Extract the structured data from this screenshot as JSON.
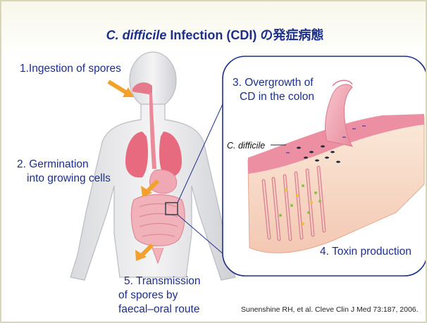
{
  "title": {
    "italic": "C. difficile",
    "rest": " Infection (CDI) の発症病態"
  },
  "labels": {
    "ingestion": "1.Ingestion of spores",
    "germination_line1": "2. Germination",
    "germination_line2": "into growing cells",
    "overgrowth_line1": "3. Overgrowth of",
    "overgrowth_line2": "CD in the colon",
    "cdifficile": "C. difficile",
    "toxin": "4. Toxin production",
    "transmission_line1": "5. Transmission",
    "transmission_line2": "of spores by",
    "transmission_line3": "faecal–oral route"
  },
  "citation": "Sunenshine RH, et al. Cleve Clin J Med 73:187, 2006.",
  "colors": {
    "title": "#1c2f8a",
    "label": "#1c2f8a",
    "arrow": "#f2a12a",
    "body_outline": "#b9bcc2",
    "tissue_pink": "#f2a8b4",
    "callout_border": "#1c2f8a"
  }
}
